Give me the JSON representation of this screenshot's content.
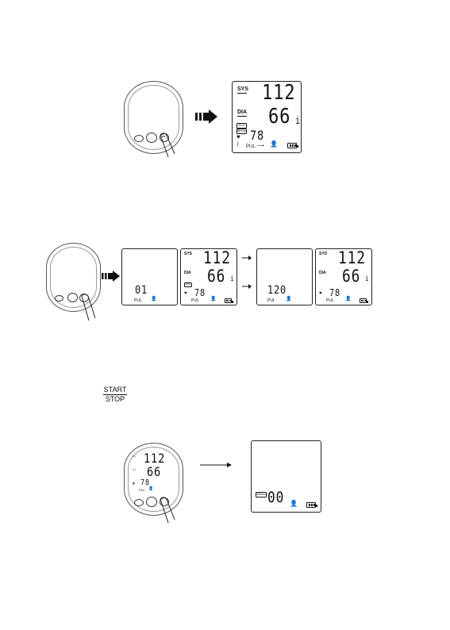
{
  "step1": {
    "sys_label": "SYS",
    "dia_label": "DIA",
    "sys_value": "112",
    "dia_value": "66",
    "pul_value": "78",
    "pul_label": "PUL",
    "mem_badge": "AVG",
    "mem_badge2": "Memo"
  },
  "step2": {
    "screen1_value": "01",
    "screen1_pul": "PUL",
    "reading1_sys": "112",
    "reading1_dia": "66",
    "reading1_pul": "78",
    "reading1_sys_label": "SYS",
    "reading1_dia_label": "DIA",
    "reading1_pul_label": "PUL",
    "screen3_value": "120",
    "screen3_pul": "PUL",
    "reading2_sys": "112",
    "reading2_dia": "66",
    "reading2_pul": "78",
    "reading2_sys_label": "SYS",
    "reading2_dia_label": "DIA",
    "reading2_pul_label": "PUL",
    "mem_badge": "AVG"
  },
  "start_stop": {
    "top": "START",
    "bottom": "STOP"
  },
  "step3": {
    "device_sys": "112",
    "device_dia": "66",
    "device_pul": "78",
    "device_pul_label": "PUL",
    "screen_value": "00",
    "mem_badge": "Memo"
  },
  "colors": {
    "ink": "#111111",
    "outline": "#555555"
  }
}
